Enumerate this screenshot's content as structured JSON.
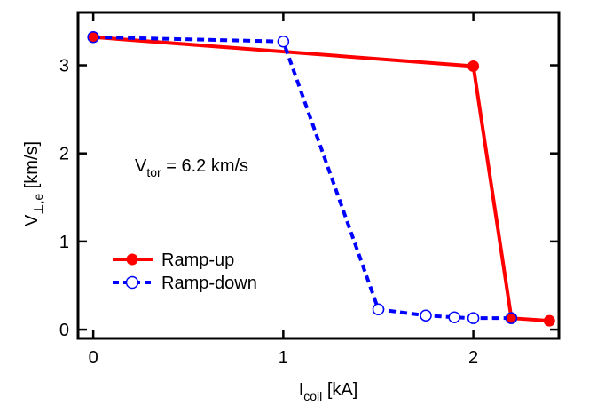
{
  "chart_data": {
    "type": "line",
    "xlabel": {
      "main": "I",
      "sub": "coil",
      "rest": " [kA]"
    },
    "ylabel": {
      "main": "V",
      "sub": "⊥,e",
      "rest": " [km/s]"
    },
    "xlim": [
      -0.08,
      2.45
    ],
    "ylim": [
      -0.1,
      3.6
    ],
    "xticks": [
      0,
      1,
      2
    ],
    "yticks": [
      0,
      1,
      2,
      3
    ],
    "grid": false,
    "legend": {
      "placement": "lower-left"
    },
    "annotation": {
      "main": "V",
      "sub": "tor",
      "rest": " = 6.2 km/s"
    },
    "series": [
      {
        "name": "Ramp-up",
        "color": "#ff0000",
        "line": "solid",
        "marker": "filled-circle",
        "points": [
          [
            0,
            3.32
          ],
          [
            2.0,
            2.99
          ],
          [
            2.2,
            0.13
          ],
          [
            2.4,
            0.1
          ]
        ]
      },
      {
        "name": "Ramp-down",
        "color": "#0000ff",
        "line": "dashed",
        "marker": "open-circle",
        "points": [
          [
            0,
            3.32
          ],
          [
            1.0,
            3.27
          ],
          [
            1.5,
            0.23
          ],
          [
            1.75,
            0.16
          ],
          [
            1.9,
            0.14
          ],
          [
            2.0,
            0.13
          ],
          [
            2.2,
            0.13
          ]
        ]
      }
    ]
  }
}
